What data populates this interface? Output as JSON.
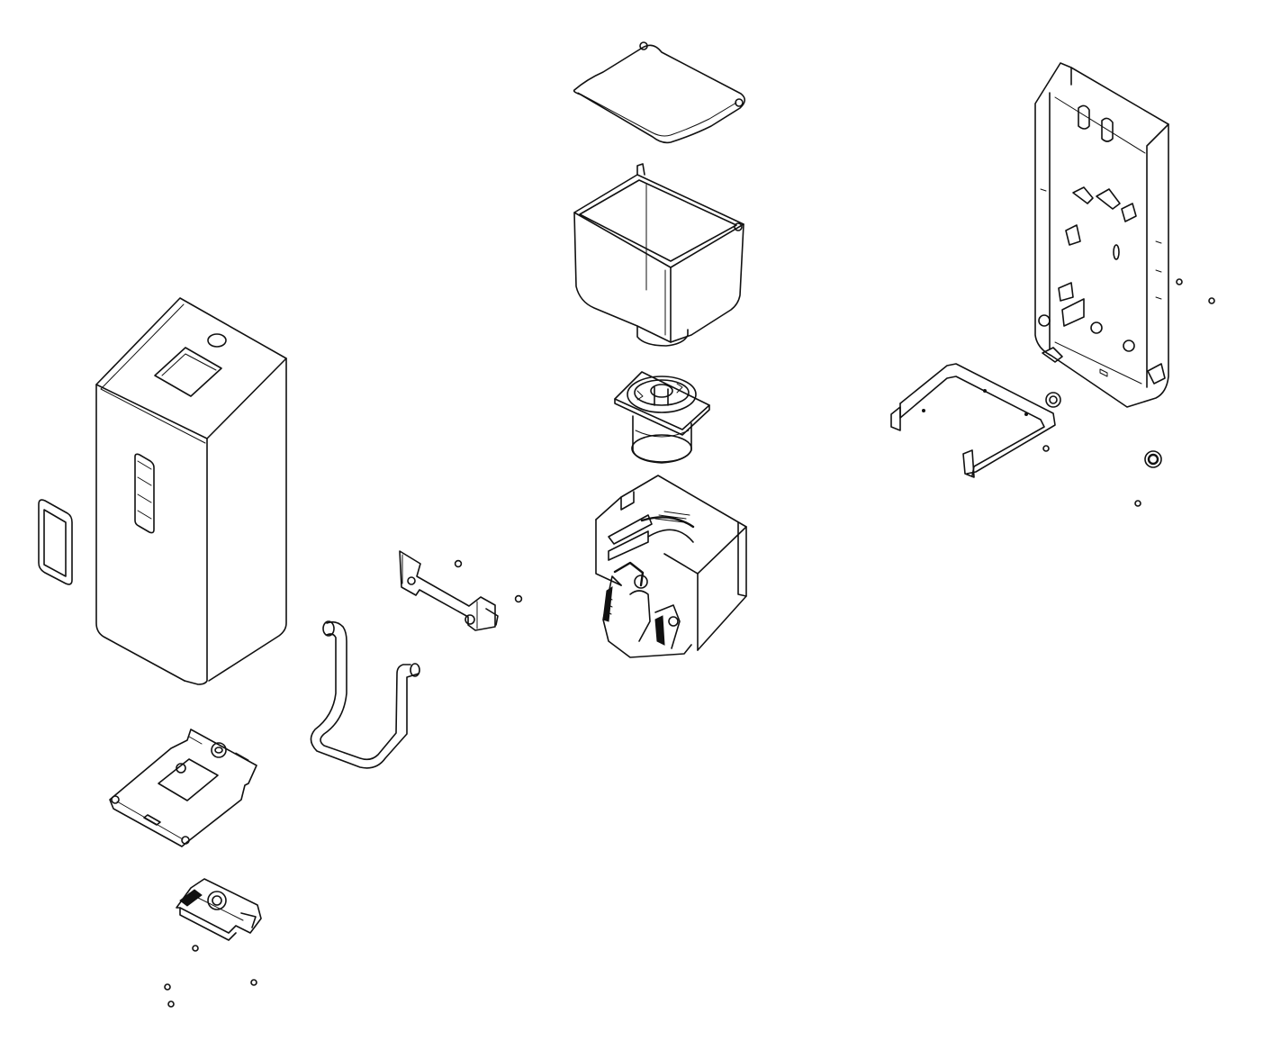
{
  "diagram": {
    "kind": "exploded-assembly-drawing",
    "line_color": "#111111",
    "background_color": "#ffffff",
    "parts": [
      {
        "name": "front-cover"
      },
      {
        "name": "refill-window-trim"
      },
      {
        "name": "liquid-tube"
      },
      {
        "name": "mounting-bracket"
      },
      {
        "name": "reservoir-lid"
      },
      {
        "name": "reservoir-tank"
      },
      {
        "name": "pump-valve-assembly"
      },
      {
        "name": "pump-housing"
      },
      {
        "name": "bottom-plate"
      },
      {
        "name": "actuator-block"
      },
      {
        "name": "back-plate"
      },
      {
        "name": "retaining-strap"
      },
      {
        "name": "wall-plugs"
      },
      {
        "name": "screws"
      }
    ]
  }
}
